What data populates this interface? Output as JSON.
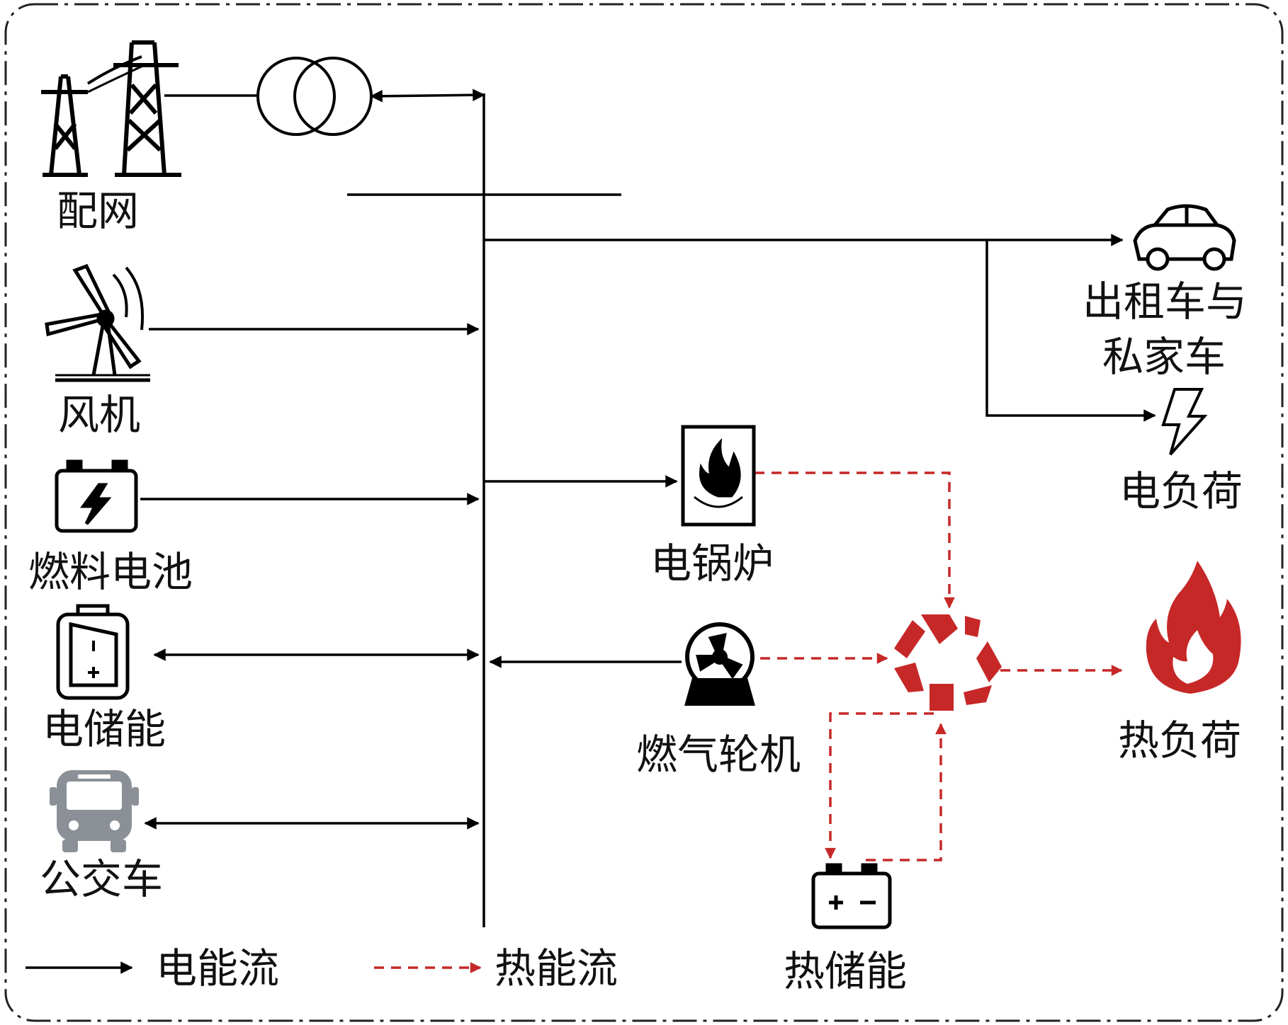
{
  "colors": {
    "electric": "#000000",
    "heat": "#c62828",
    "bus_icon": "#8a9096",
    "frame": "#222222"
  },
  "labels": {
    "grid": "配网",
    "wind": "风机",
    "fuel_cell": "燃料电池",
    "elec_storage": "电储能",
    "bus": "公交车",
    "taxi_line1": "出租车与",
    "taxi_line2": "私家车",
    "elec_load": "电负荷",
    "boiler": "电锅炉",
    "gas_turbine": "燃气轮机",
    "heat_load": "热负荷",
    "heat_storage": "热储能"
  },
  "legend": {
    "electric": "电能流",
    "heat": "热能流"
  },
  "icons": {
    "grid": "transmission-tower-icon",
    "transformer": "transformer-icon",
    "wind": "wind-turbine-icon",
    "fuel_cell": "fuel-cell-battery-icon",
    "elec_storage": "storage-battery-icon",
    "bus": "bus-icon",
    "car": "car-icon",
    "lightning": "lightning-icon",
    "boiler": "electric-boiler-icon",
    "gas_turbine": "gas-turbine-icon",
    "recycle": "heat-exchange-recycle-icon",
    "flame": "flame-icon",
    "heat_storage": "heat-storage-battery-icon"
  }
}
